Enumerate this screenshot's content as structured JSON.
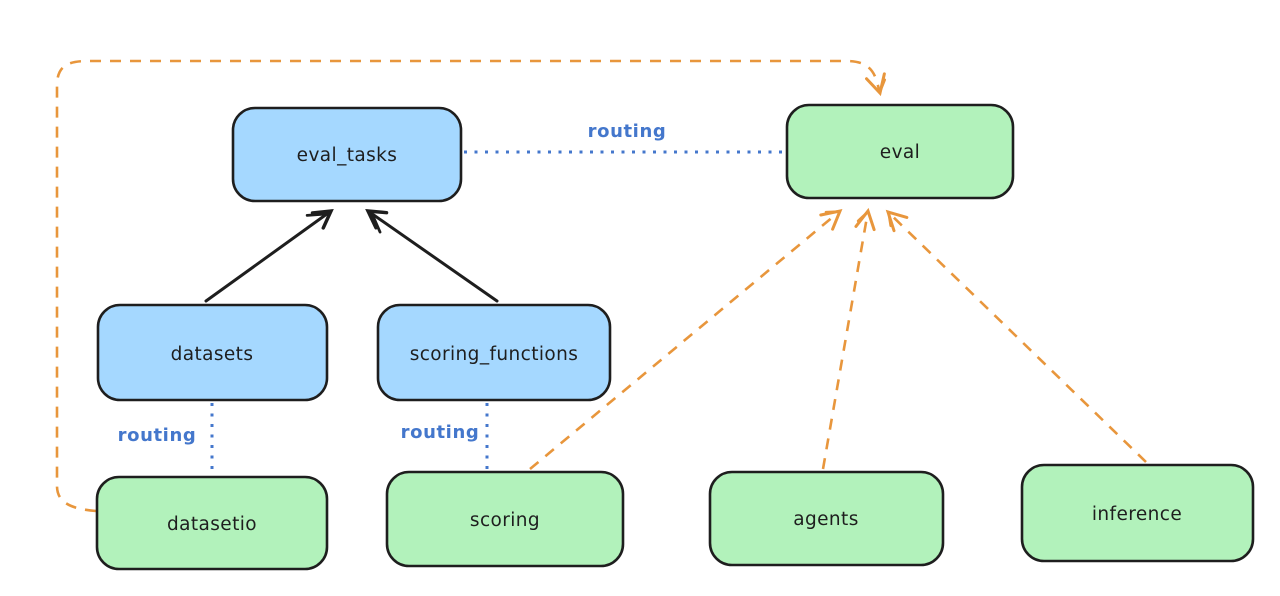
{
  "diagram": {
    "description": "Dependency and routing diagram between resource registries and API providers",
    "colors": {
      "resource_fill": "#a5d8ff",
      "api_fill": "#b2f2bb",
      "stroke": "#1e1e1e",
      "routing_blue": "#4477cc",
      "dependency_orange": "#e8963c",
      "background": "#ffffff"
    },
    "nodes": [
      {
        "id": "eval_tasks",
        "label": "eval_tasks",
        "kind": "resource"
      },
      {
        "id": "datasets",
        "label": "datasets",
        "kind": "resource"
      },
      {
        "id": "scoring_functions",
        "label": "scoring_functions",
        "kind": "resource"
      },
      {
        "id": "eval",
        "label": "eval",
        "kind": "api"
      },
      {
        "id": "datasetio",
        "label": "datasetio",
        "kind": "api"
      },
      {
        "id": "scoring",
        "label": "scoring",
        "kind": "api"
      },
      {
        "id": "agents",
        "label": "agents",
        "kind": "api"
      },
      {
        "id": "inference",
        "label": "inference",
        "kind": "api"
      }
    ],
    "routing_labels": [
      {
        "text": "routing",
        "between": "eval_tasks - eval"
      },
      {
        "text": "routing",
        "between": "datasets - datasetio"
      },
      {
        "text": "routing",
        "between": "scoring_functions - scoring"
      }
    ],
    "edges": [
      {
        "from": "datasets",
        "to": "eval_tasks",
        "style": "solid-black-arrow"
      },
      {
        "from": "scoring_functions",
        "to": "eval_tasks",
        "style": "solid-black-arrow"
      },
      {
        "from": "eval_tasks",
        "to": "eval",
        "style": "dotted-blue",
        "label": "routing"
      },
      {
        "from": "datasets",
        "to": "datasetio",
        "style": "dotted-blue",
        "label": "routing"
      },
      {
        "from": "scoring_functions",
        "to": "scoring",
        "style": "dotted-blue",
        "label": "routing"
      },
      {
        "from": "datasetio",
        "to": "eval",
        "style": "dashed-orange-arrow"
      },
      {
        "from": "scoring",
        "to": "eval",
        "style": "dashed-orange-arrow"
      },
      {
        "from": "agents",
        "to": "eval",
        "style": "dashed-orange-arrow"
      },
      {
        "from": "inference",
        "to": "eval",
        "style": "dashed-orange-arrow"
      }
    ]
  }
}
